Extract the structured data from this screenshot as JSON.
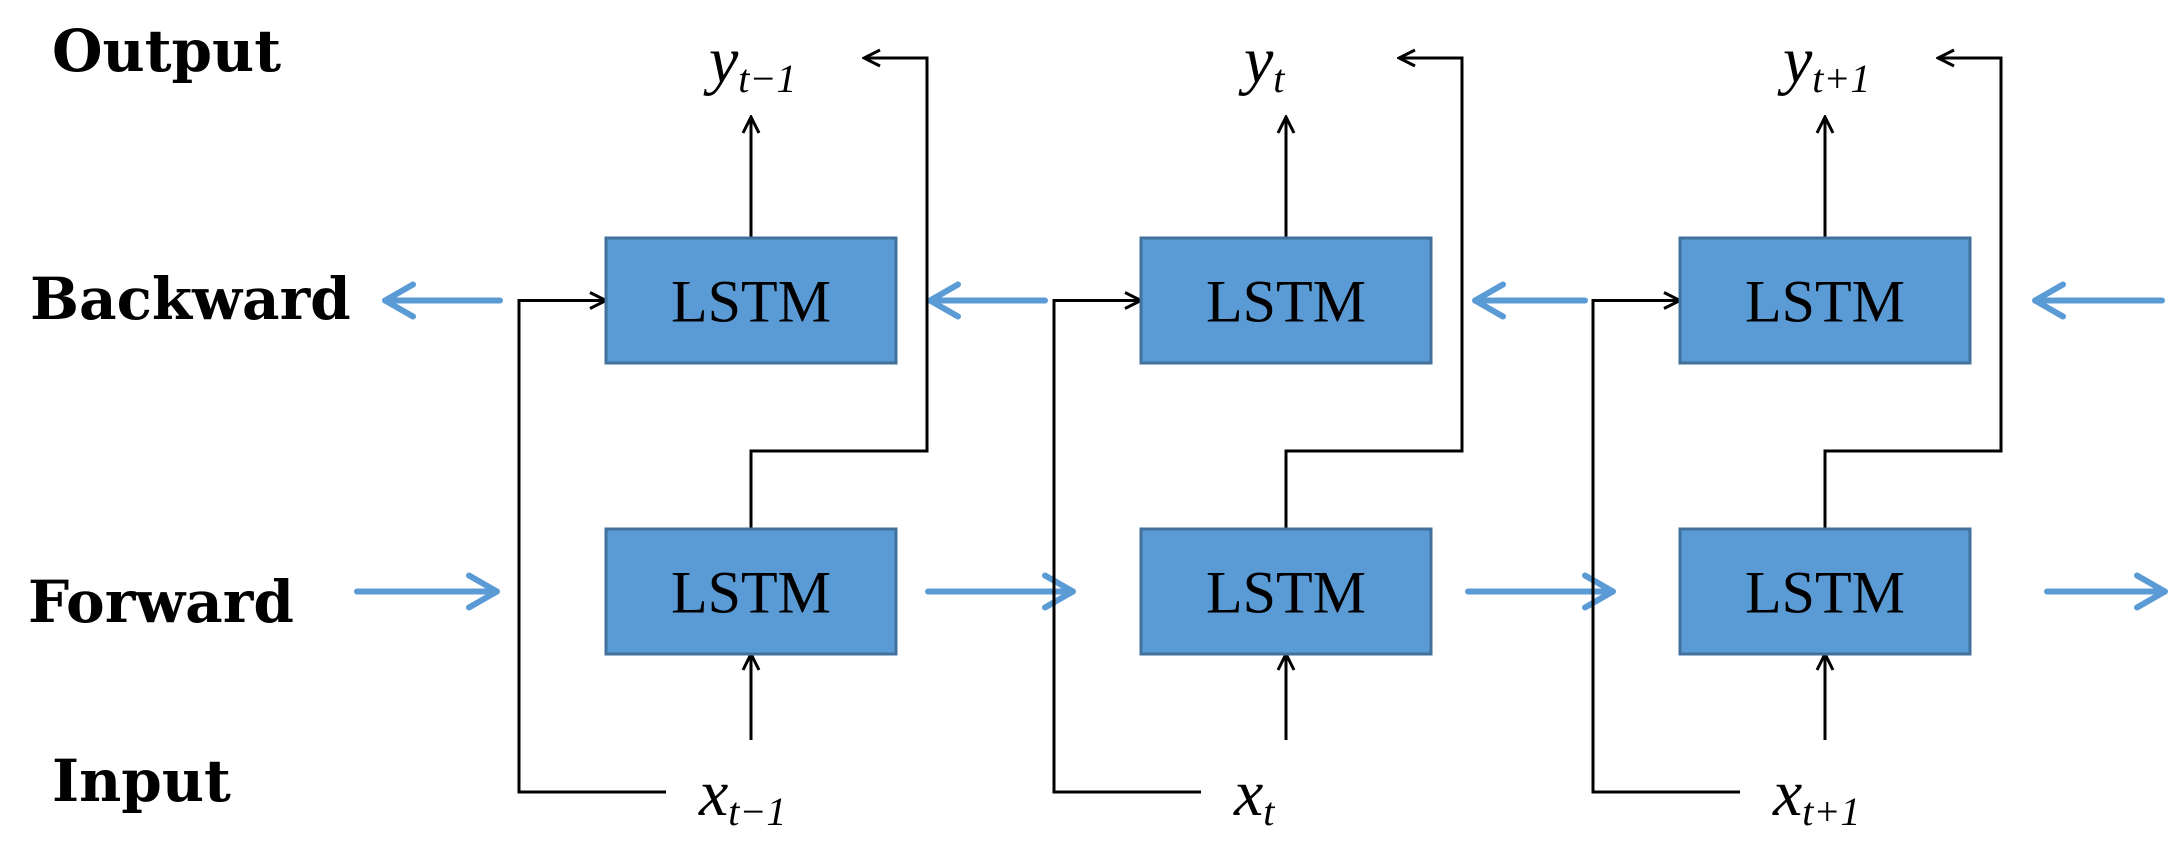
{
  "row_labels": {
    "output": "Output",
    "backward": "Backward",
    "forward": "Forward",
    "input": "Input"
  },
  "lstm_label": "LSTM",
  "timesteps": [
    {
      "output_var": "y",
      "output_sub": "t−1",
      "input_var": "x",
      "input_sub": "t−1"
    },
    {
      "output_var": "y",
      "output_sub": "t",
      "input_var": "x",
      "input_sub": "t"
    },
    {
      "output_var": "y",
      "output_sub": "t+1",
      "input_var": "x",
      "input_sub": "t+1"
    }
  ],
  "colors": {
    "box_fill": "#5b9bd5",
    "box_stroke": "#41719c",
    "flow_arrow": "#5b9bd5",
    "connector": "#000000"
  }
}
